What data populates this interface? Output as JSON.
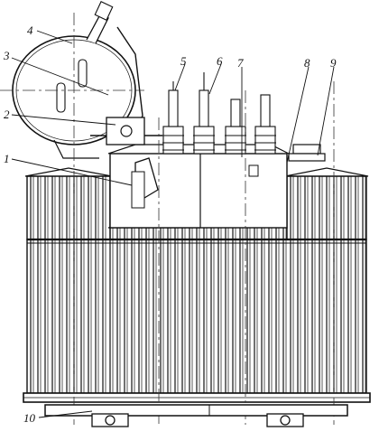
{
  "diagram": {
    "callouts": [
      {
        "key": "c1",
        "text": "1"
      },
      {
        "key": "c2",
        "text": "2"
      },
      {
        "key": "c3",
        "text": "3"
      },
      {
        "key": "c4",
        "text": "4"
      },
      {
        "key": "c5",
        "text": "5"
      },
      {
        "key": "c6",
        "text": "6"
      },
      {
        "key": "c7",
        "text": "7"
      },
      {
        "key": "c8",
        "text": "8"
      },
      {
        "key": "c9",
        "text": "9"
      },
      {
        "key": "c10",
        "text": "10"
      }
    ]
  }
}
